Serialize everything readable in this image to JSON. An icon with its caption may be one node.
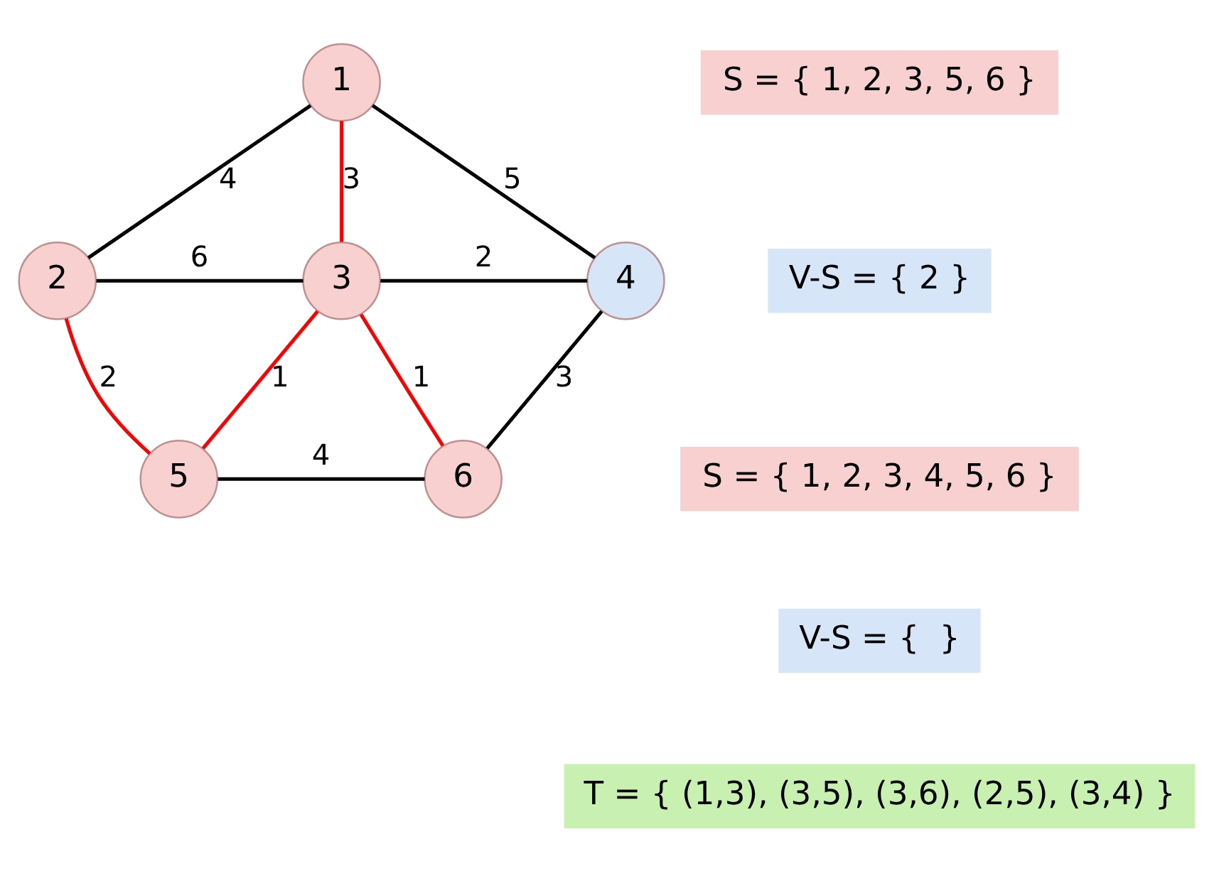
{
  "diagram": {
    "nodes": [
      {
        "text": [
          "1"
        ]
      },
      {
        "text": [
          "2"
        ]
      },
      {
        "text": [
          "3"
        ]
      },
      {
        "text": [
          "4"
        ]
      },
      {
        "text": [
          "5"
        ]
      },
      {
        "text": [
          "6"
        ]
      }
    ],
    "edges": [
      {
        "from": 0,
        "to": 1,
        "arrow": "none",
        "label": "4"
      },
      {
        "from": 0,
        "to": 2,
        "arrow": "none",
        "label": "3",
        "color": "#ff0000"
      },
      {
        "from": 0,
        "to": 3,
        "arrow": "none",
        "label": "5"
      },
      {
        "from": 1,
        "to": 2,
        "arrow": "none",
        "label": "6"
      },
      {
        "from": 2,
        "to": 3,
        "arrow": "none",
        "label": "2"
      },
      {
        "from": 1,
        "to": 4,
        "arrow": "none",
        "label": "2",
        "color": "#ff0000"
      },
      {
        "from": 2,
        "to": 4,
        "arrow": "none",
        "label": "1",
        "color": "#ff0000"
      },
      {
        "from": 2,
        "to": 5,
        "arrow": "none",
        "label": "1",
        "color": "#ff0000"
      },
      {
        "from": 3,
        "to": 5,
        "arrow": "none",
        "label": "3"
      },
      {
        "from": 4,
        "to": 5,
        "arrow": "none",
        "label": "4"
      }
    ],
    "labels": [
      "S = { 1, 2, 3, 5, 6 }",
      "V-S = { 2 }",
      "S = { 1, 2, 3, 4, 5, 6 }",
      "V-S = {  }",
      "T = { (1,3), (3,5), (3,6), (2,5), (3,4) }"
    ]
  }
}
